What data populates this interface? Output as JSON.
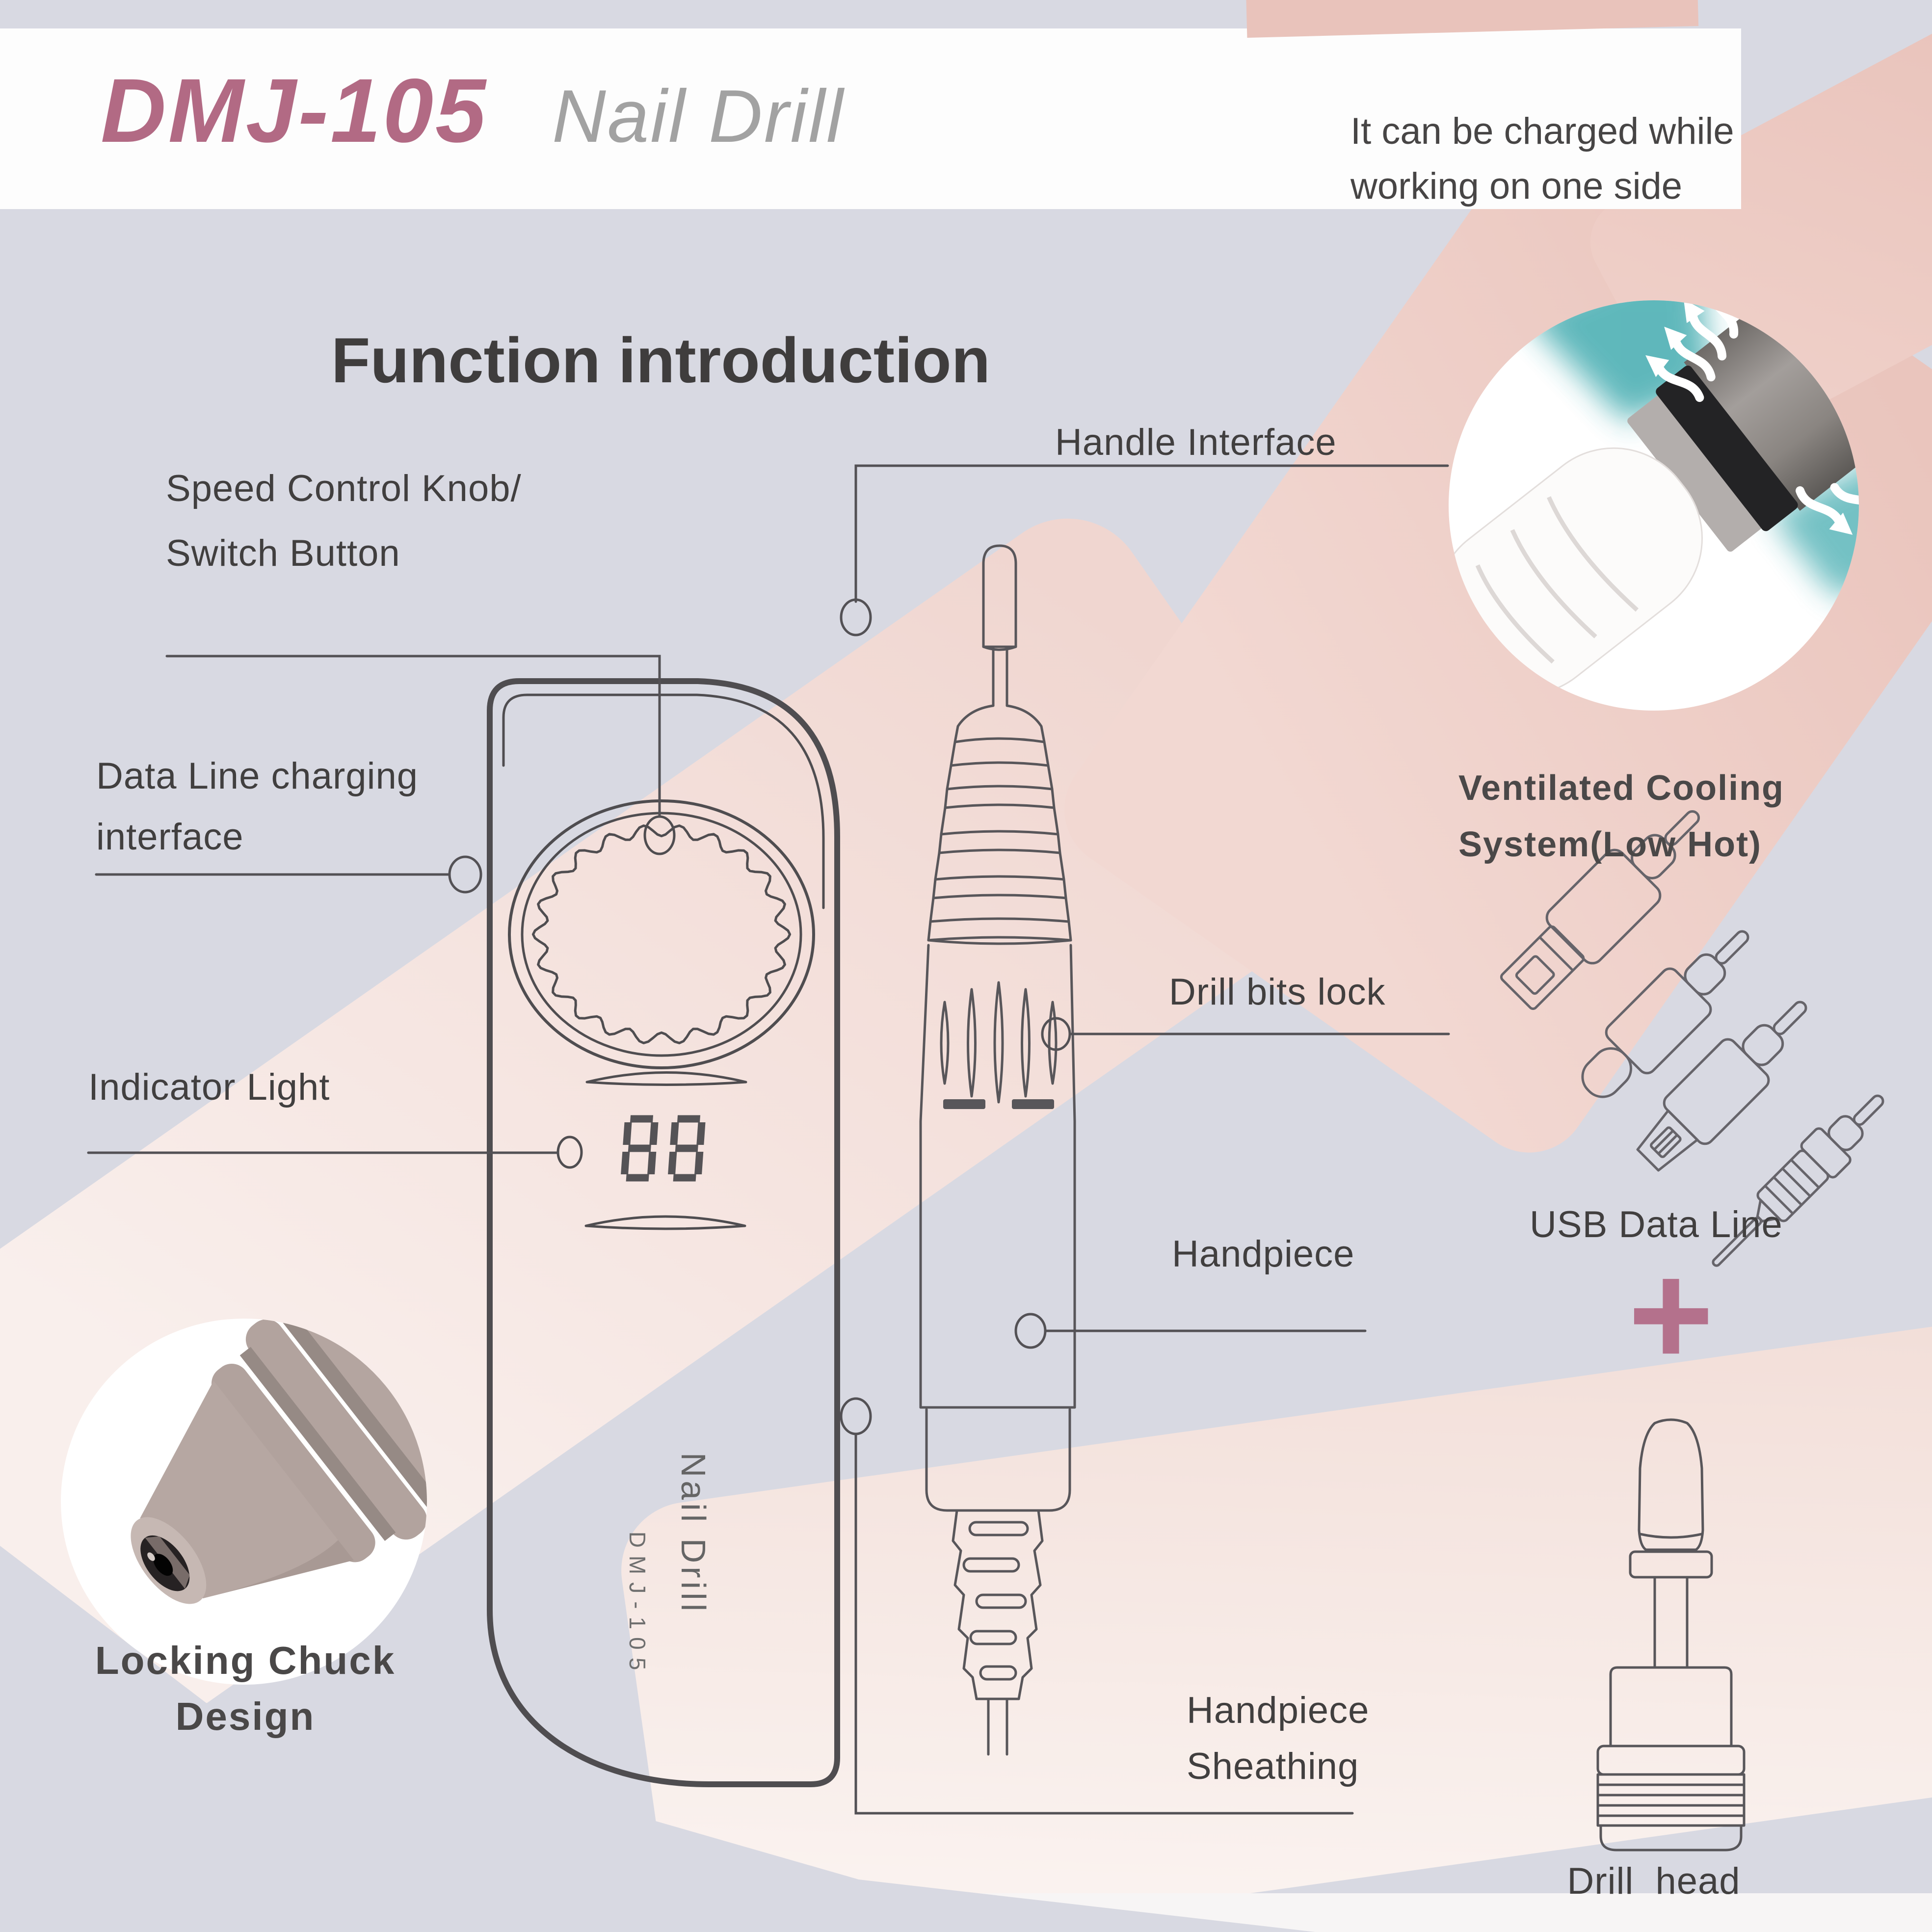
{
  "header": {
    "model": "DMJ-105",
    "product": "Nail Drill",
    "note_line1": "It can be charged while",
    "note_line2": "working on one side"
  },
  "title": "Function introduction",
  "labels": {
    "speed_knob_1": "Speed Control Knob/",
    "speed_knob_2": "Switch Button",
    "handle_interface": "Handle Interface",
    "data_line_1": "Data Line charging",
    "data_line_2": "interface",
    "indicator": "Indicator Light",
    "drill_bits_lock": "Drill bits lock",
    "handpiece": "Handpiece",
    "handpiece_sheathing_1": "Handpiece",
    "handpiece_sheathing_2": "Sheathing",
    "usb_data_line": "USB Data Line",
    "ventilated_1": "Ventilated Cooling",
    "ventilated_2": "System(Low Hot)",
    "locking_chuck_1": "Locking Chuck",
    "locking_chuck_2": "Design",
    "drill_head": "Drill  head",
    "plus_sign": "+"
  },
  "device": {
    "vertical_name": "Nail Drill",
    "vertical_model": "DMJ-105",
    "display_value": "88"
  },
  "colors": {
    "accent_mauve": "#b26a84",
    "ribbon_pink": "#eac5bd",
    "background_lavender": "#d8d9e2",
    "line_art": "#58565a",
    "teal_glow": "#2ba0a4"
  }
}
